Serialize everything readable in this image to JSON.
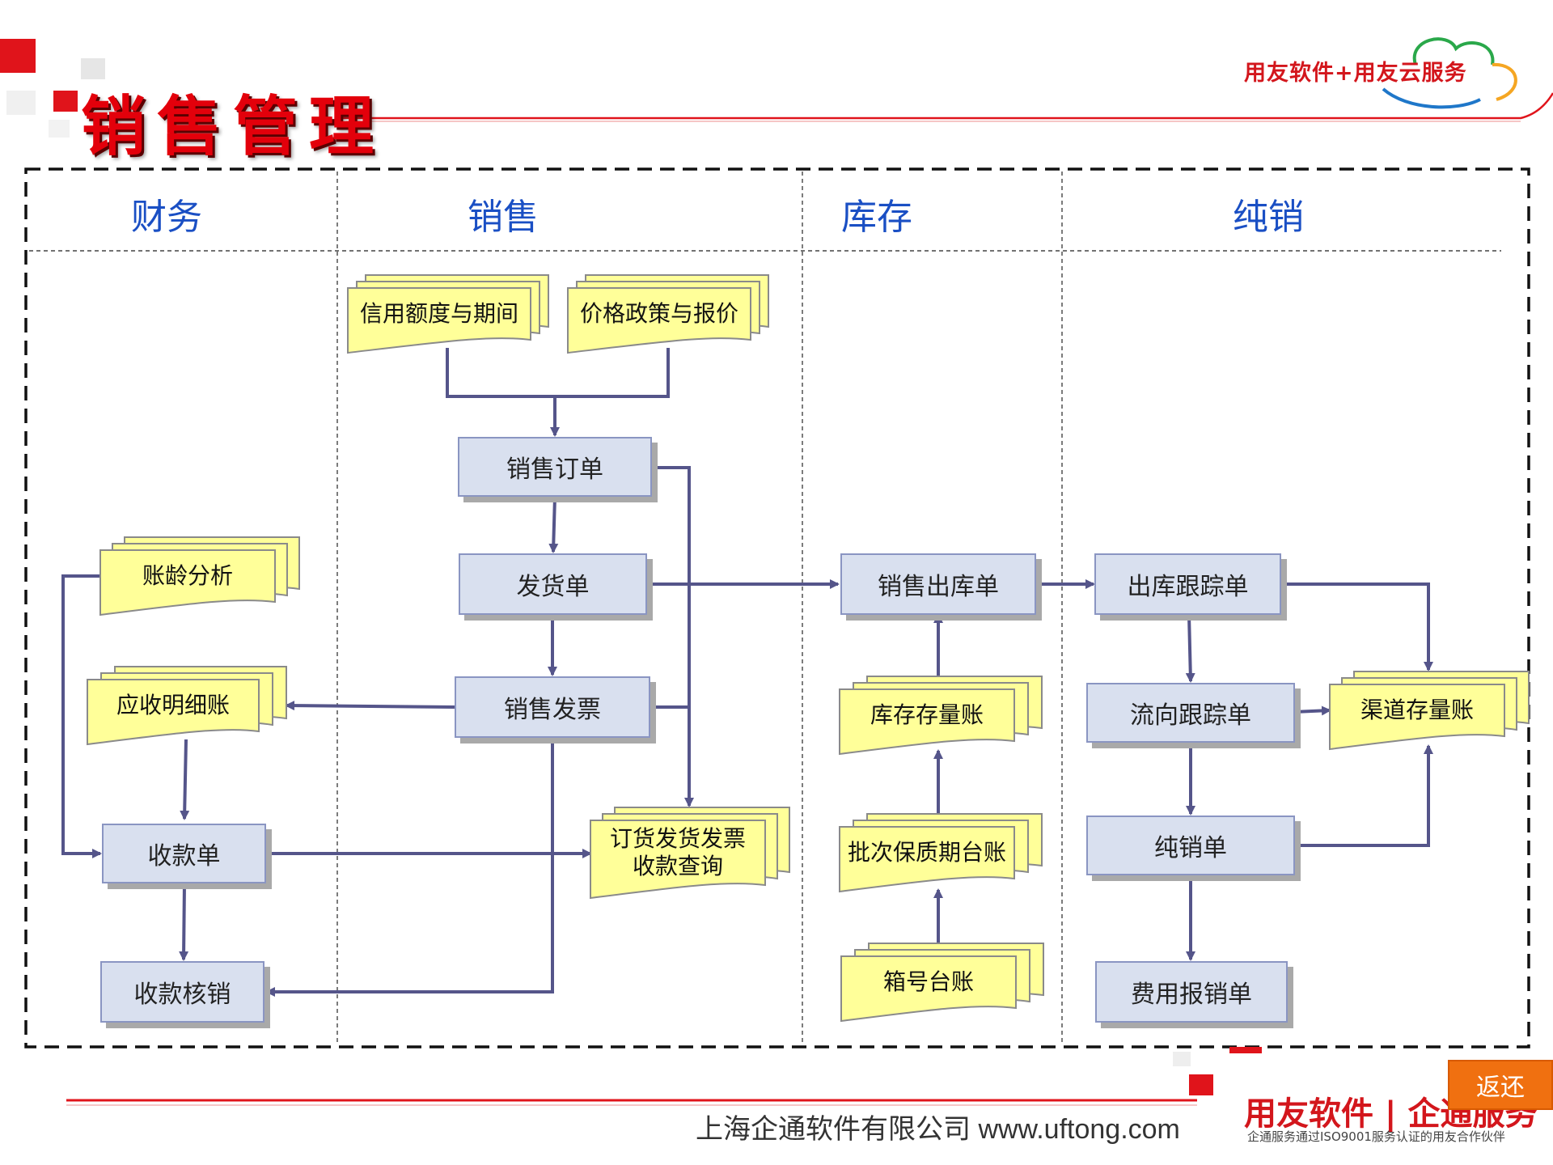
{
  "header": {
    "title": "销售管理",
    "logo_text": "用友软件+用友云服务"
  },
  "lanes": {
    "finance": "财务",
    "sales": "销售",
    "inventory": "库存",
    "distribution": "纯销"
  },
  "documents": {
    "credit": "信用额度与期间",
    "price": "价格政策与报价",
    "aging": "账龄分析",
    "ar_ledger": "应收明细账",
    "query_line1": "订货发货发票",
    "query_line2": "收款查询",
    "stock_ledger": "库存存量账",
    "batch_ledger": "批次保质期台账",
    "box_ledger": "箱号台账",
    "channel_ledger": "渠道存量账"
  },
  "processes": {
    "sales_order": "销售订单",
    "delivery": "发货单",
    "invoice": "销售发票",
    "receipt": "收款单",
    "writeoff": "收款核销",
    "outbound": "销售出库单",
    "outbound_track": "出库跟踪单",
    "flow_track": "流向跟踪单",
    "pure_sale": "纯销单",
    "expense": "费用报销单"
  },
  "footer": {
    "company": "上海企通软件有限公司 www.uftong.com",
    "brand": "用友软件 | 企通服务",
    "brand_sub": "企通服务通过ISO9001服务认证的用友合作伙伴",
    "return_label": "返还"
  },
  "colors": {
    "accent_red": "#e3000b",
    "lane_blue": "#1a4fc4",
    "process_fill": "#d9e0ef",
    "document_fill": "#ffff99",
    "arrow": "#55558a",
    "return_button": "#f07010"
  }
}
